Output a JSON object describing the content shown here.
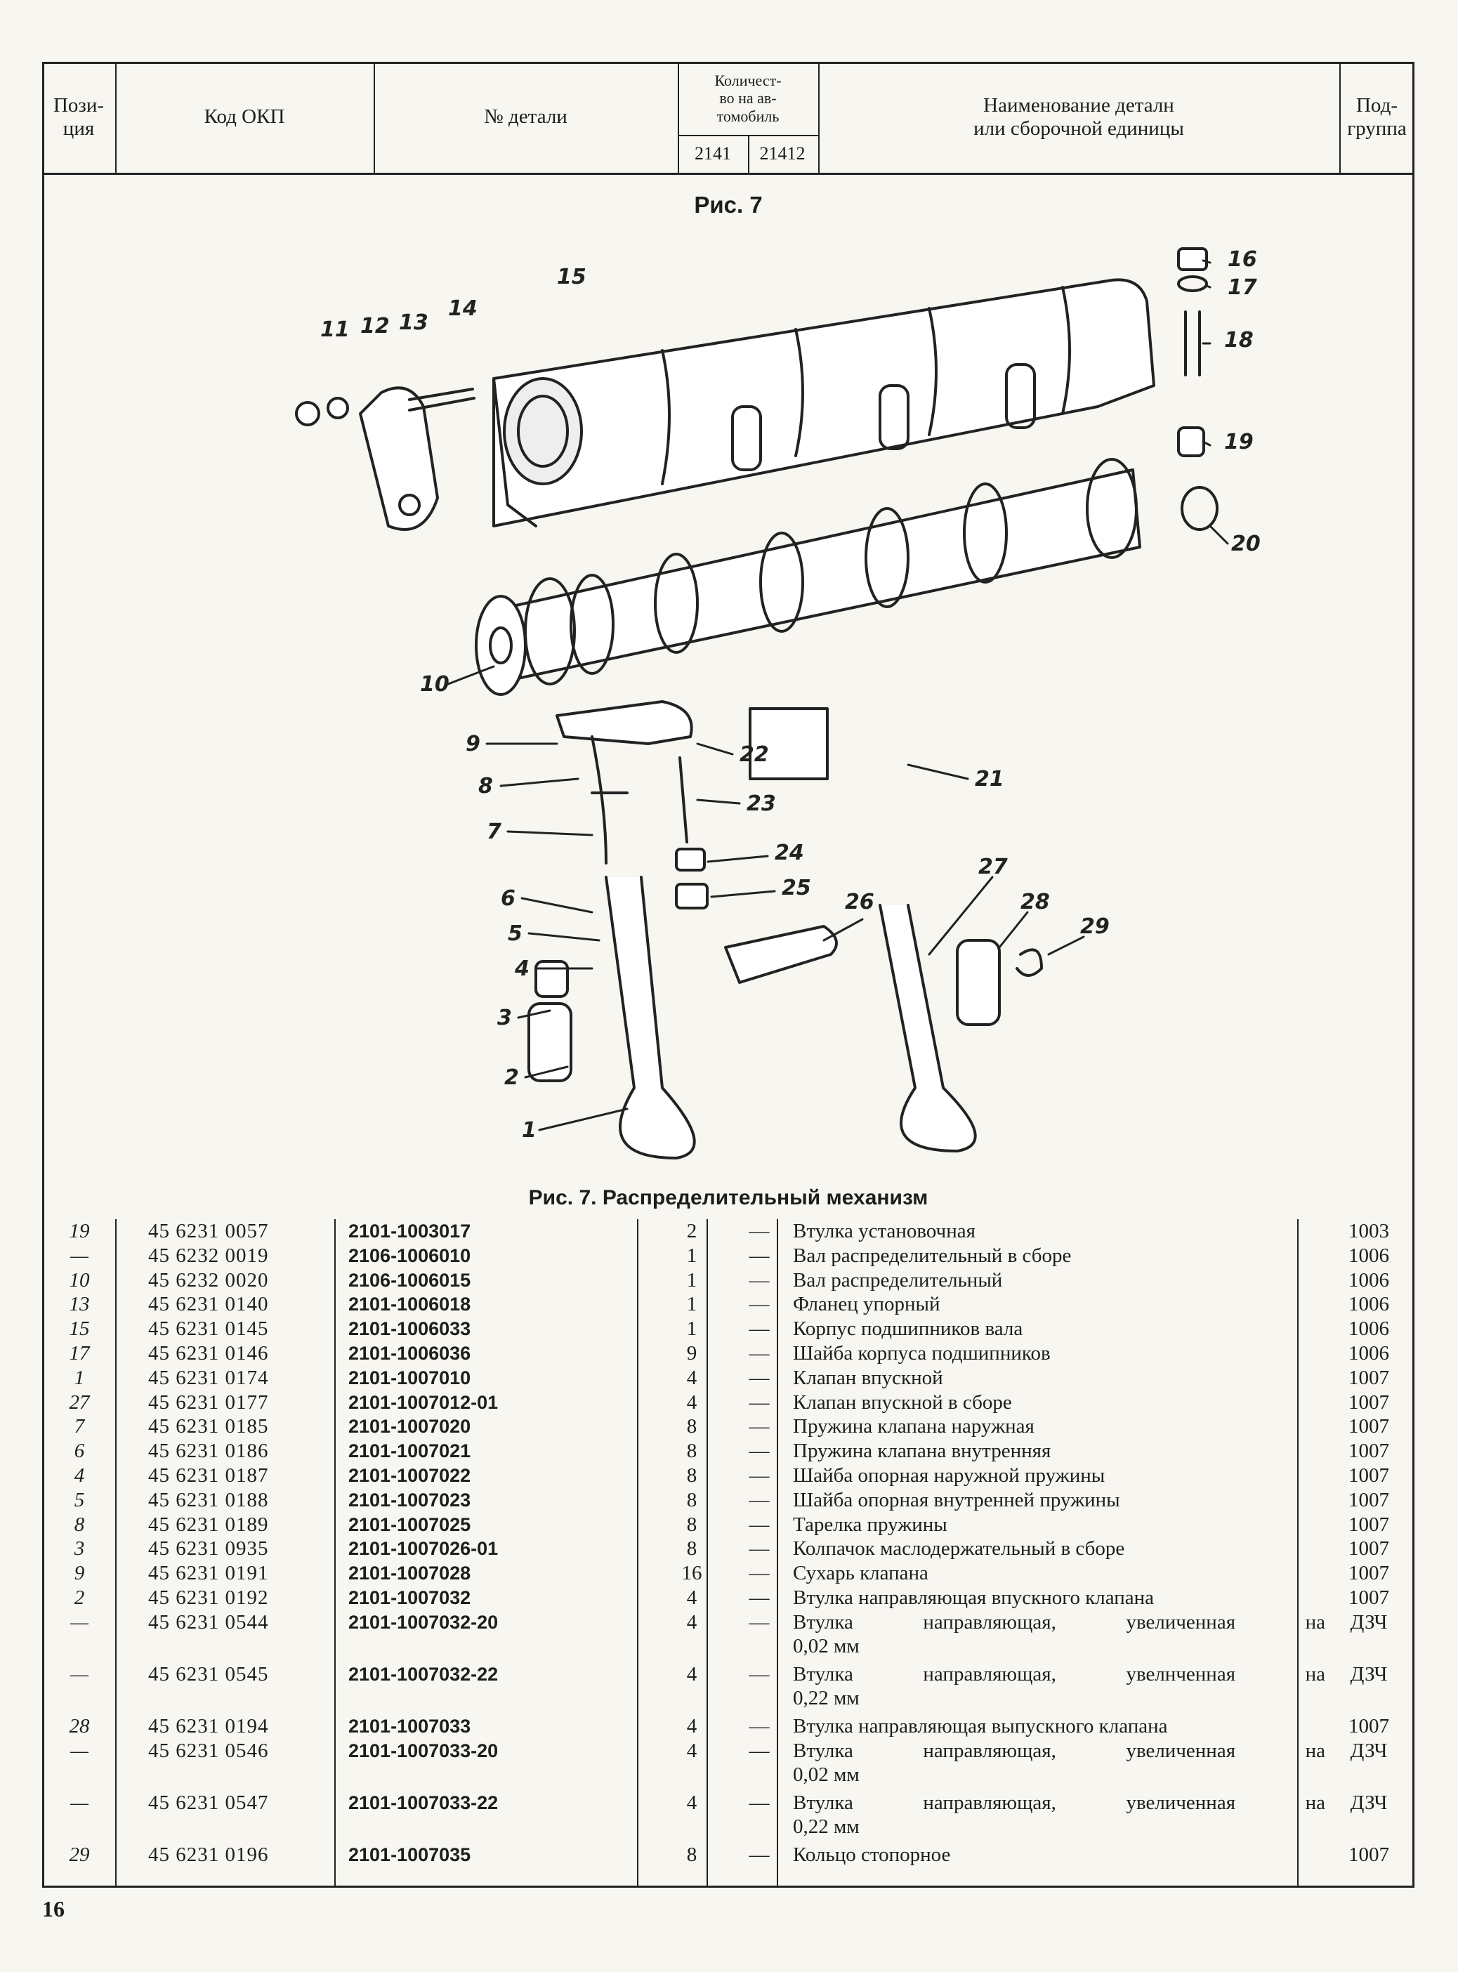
{
  "header": {
    "position": "Пози-\nция",
    "okp_code": "Код ОКП",
    "part_no": "№ детали",
    "quantity": "Количест-\nво на ав-\nтомобиль",
    "model_a": "2141",
    "model_b": "21412",
    "name": "Наименование деталн\nили сборочной единицы",
    "subgroup": "Под-\nгруппа"
  },
  "figure": {
    "title": "Рис. 7",
    "caption": "Рис. 7. Распределительный механизм",
    "labels": [
      "1",
      "2",
      "3",
      "4",
      "5",
      "6",
      "7",
      "8",
      "9",
      "10",
      "11",
      "12",
      "13",
      "14",
      "15",
      "16",
      "17",
      "18",
      "19",
      "20",
      "21",
      "22",
      "23",
      "24",
      "25",
      "26",
      "27",
      "28",
      "29"
    ]
  },
  "rows": [
    {
      "pos": "19",
      "okp": "45 6231 0057",
      "part": "2101-1003017",
      "q1": "2",
      "q2": "—",
      "name": "Втулка установочная",
      "grp": "1003"
    },
    {
      "pos": "—",
      "okp": "45 6232 0019",
      "part": "2106-1006010",
      "q1": "1",
      "q2": "—",
      "name": "Вал распределительный в сборе",
      "grp": "1006"
    },
    {
      "pos": "10",
      "okp": "45 6232 0020",
      "part": "2106-1006015",
      "q1": "1",
      "q2": "—",
      "name": "Вал распределительный",
      "grp": "1006"
    },
    {
      "pos": "13",
      "okp": "45 6231 0140",
      "part": "2101-1006018",
      "q1": "1",
      "q2": "—",
      "name": "Фланец упорный",
      "grp": "1006"
    },
    {
      "pos": "15",
      "okp": "45 6231 0145",
      "part": "2101-1006033",
      "q1": "1",
      "q2": "—",
      "name": "Корпус подшипников вала",
      "grp": "1006"
    },
    {
      "pos": "17",
      "okp": "45 6231 0146",
      "part": "2101-1006036",
      "q1": "9",
      "q2": "—",
      "name": "Шайба корпуса подшипников",
      "grp": "1006"
    },
    {
      "pos": "1",
      "okp": "45 6231 0174",
      "part": "2101-1007010",
      "q1": "4",
      "q2": "—",
      "name": "Клапан впускной",
      "grp": "1007"
    },
    {
      "pos": "27",
      "okp": "45 6231 0177",
      "part": "2101-1007012-01",
      "q1": "4",
      "q2": "—",
      "name": "Клапан впускной в сборе",
      "grp": "1007"
    },
    {
      "pos": "7",
      "okp": "45 6231 0185",
      "part": "2101-1007020",
      "q1": "8",
      "q2": "—",
      "name": "Пружина клапана наружная",
      "grp": "1007"
    },
    {
      "pos": "6",
      "okp": "45 6231 0186",
      "part": "2101-1007021",
      "q1": "8",
      "q2": "—",
      "name": "Пружина клапана внутренняя",
      "grp": "1007"
    },
    {
      "pos": "4",
      "okp": "45 6231 0187",
      "part": "2101-1007022",
      "q1": "8",
      "q2": "—",
      "name": "Шайба опорная наружной пружины",
      "grp": "1007"
    },
    {
      "pos": "5",
      "okp": "45 6231 0188",
      "part": "2101-1007023",
      "q1": "8",
      "q2": "—",
      "name": "Шайба опорная внутренней пружины",
      "grp": "1007"
    },
    {
      "pos": "8",
      "okp": "45 6231 0189",
      "part": "2101-1007025",
      "q1": "8",
      "q2": "—",
      "name": "Тарелка пружины",
      "grp": "1007"
    },
    {
      "pos": "3",
      "okp": "45 6231 0935",
      "part": "2101-1007026-01",
      "q1": "8",
      "q2": "—",
      "name": "Колпачок маслодержательный в сборе",
      "grp": "1007"
    },
    {
      "pos": "9",
      "okp": "45 6231 0191",
      "part": "2101-1007028",
      "q1": "16",
      "q2": "—",
      "name": "Сухарь клапана",
      "grp": "1007"
    },
    {
      "pos": "2",
      "okp": "45 6231 0192",
      "part": "2101-1007032",
      "q1": "4",
      "q2": "—",
      "name": "Втулка направляющая впускного клапана",
      "grp": "1007"
    },
    {
      "pos": "—",
      "okp": "45 6231 0544",
      "part": "2101-1007032-20",
      "q1": "4",
      "q2": "—",
      "name": "Втулка направляющая, увеличенная на",
      "name2": "0,02 мм",
      "grp": "ДЗЧ"
    },
    {
      "pos": "—",
      "okp": "45 6231 0545",
      "part": "2101-1007032-22",
      "q1": "4",
      "q2": "—",
      "name": "Втулка направляющая, увелнченная на",
      "name2": "0,22 мм",
      "grp": "ДЗЧ"
    },
    {
      "pos": "28",
      "okp": "45 6231 0194",
      "part": "2101-1007033",
      "q1": "4",
      "q2": "—",
      "name": "Втулка направляющая выпускного клапана",
      "grp": "1007"
    },
    {
      "pos": "—",
      "okp": "45 6231 0546",
      "part": "2101-1007033-20",
      "q1": "4",
      "q2": "—",
      "name": "Втулка направляющая, увеличенная на",
      "name2": "0,02 мм",
      "grp": "ДЗЧ"
    },
    {
      "pos": "—",
      "okp": "45 6231 0547",
      "part": "2101-1007033-22",
      "q1": "4",
      "q2": "—",
      "name": "Втулка направляющая, увеличенная на",
      "name2": "0,22 мм",
      "grp": "ДЗЧ"
    },
    {
      "pos": "29",
      "okp": "45 6231 0196",
      "part": "2101-1007035",
      "q1": "8",
      "q2": "—",
      "name": "Кольцо стопорное",
      "grp": "1007"
    }
  ],
  "page_number": "16"
}
